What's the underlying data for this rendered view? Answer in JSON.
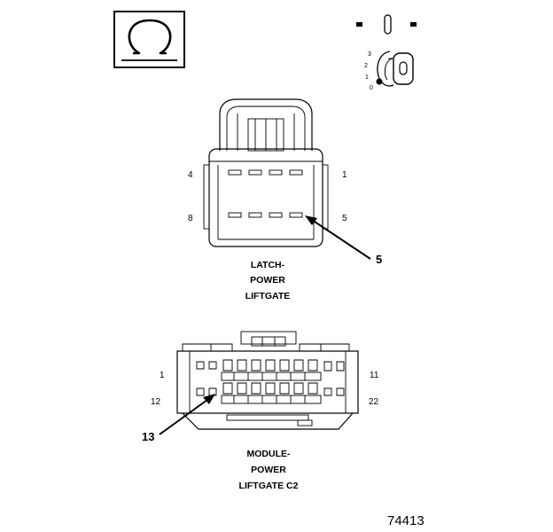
{
  "connector_1": {
    "caption": [
      "LATCH-",
      "POWER",
      "LIFTGATE"
    ],
    "pins": {
      "top_left": "4",
      "top_right": "1",
      "bottom_left": "8",
      "bottom_right": "5"
    },
    "callout": "5"
  },
  "connector_2": {
    "caption": [
      "MODULE-",
      "POWER",
      "LIFTGATE C2"
    ],
    "pins": {
      "top_left": "1",
      "top_right": "11",
      "bottom_left": "12",
      "bottom_right": "22"
    },
    "callout": "13"
  },
  "ignition_key": {
    "positions": [
      "3",
      "2",
      "1",
      "0"
    ]
  },
  "figure_number": "74413",
  "icons": [
    "ohm-symbol-icon",
    "ignition-switch-icon",
    "ignition-key-icon"
  ]
}
